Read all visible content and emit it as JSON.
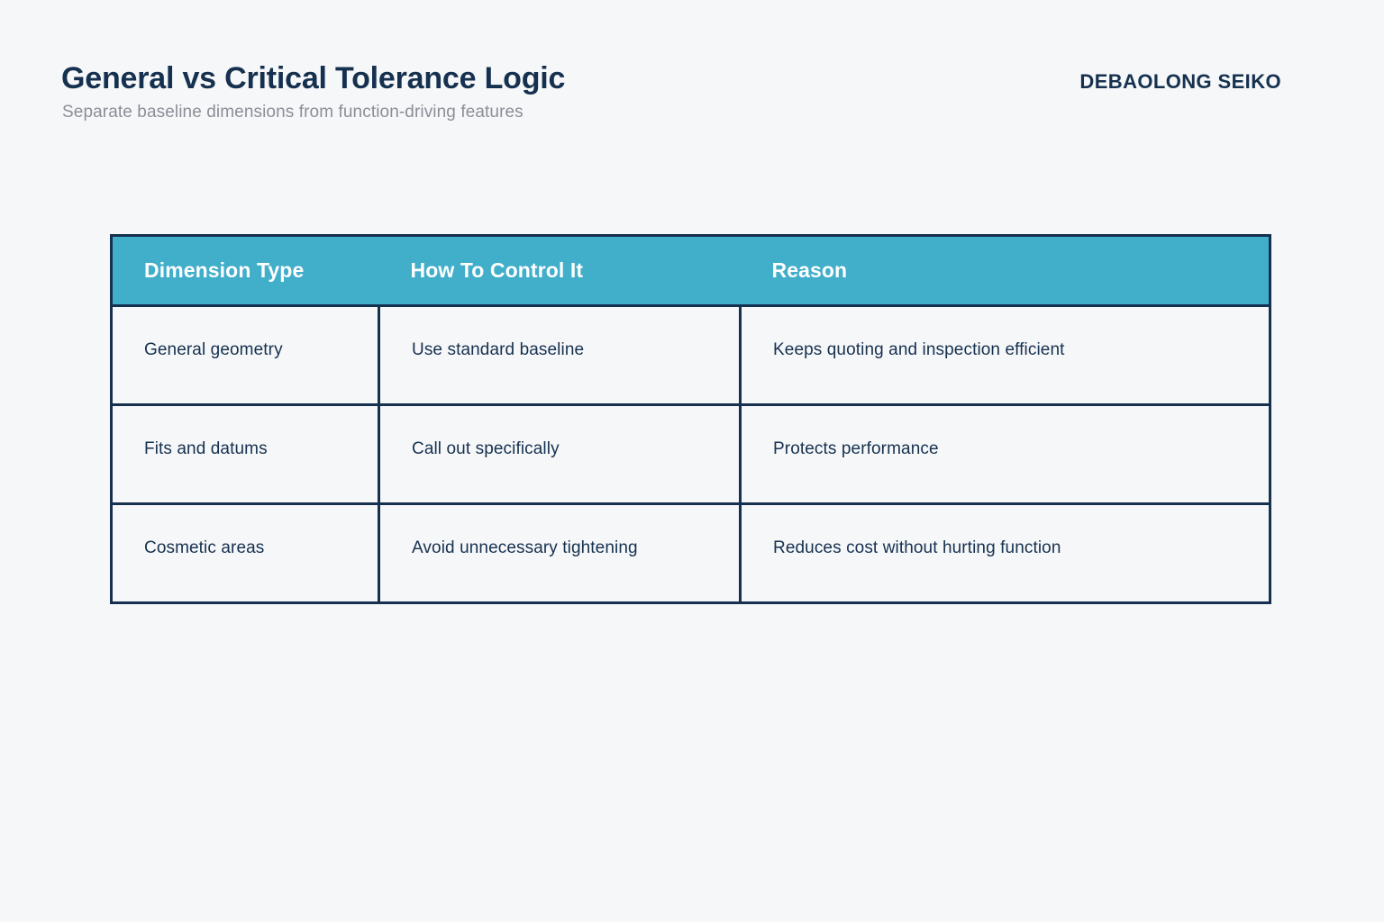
{
  "header": {
    "title": "General vs Critical Tolerance Logic",
    "subtitle": "Separate baseline dimensions from function-driving features",
    "brand": "DEBAOLONG SEIKO"
  },
  "colors": {
    "page_background": "#f6f7f9",
    "header_fill": "#41aeca",
    "header_text": "#ffffff",
    "border": "#16314f",
    "title_text": "#16314f",
    "subtitle_text": "#8b8f96",
    "body_text": "#16314f",
    "cell_background": "#f6f7f9"
  },
  "table": {
    "columns": [
      "Dimension Type",
      "How To Control It",
      "Reason"
    ],
    "rows": [
      {
        "dimension_type": "General geometry",
        "how_to_control_it": "Use standard baseline",
        "reason": "Keeps quoting and inspection efficient"
      },
      {
        "dimension_type": "Fits and datums",
        "how_to_control_it": "Call out specifically",
        "reason": "Protects performance"
      },
      {
        "dimension_type": "Cosmetic areas",
        "how_to_control_it": "Avoid unnecessary tightening",
        "reason": "Reduces cost without hurting function"
      }
    ]
  }
}
